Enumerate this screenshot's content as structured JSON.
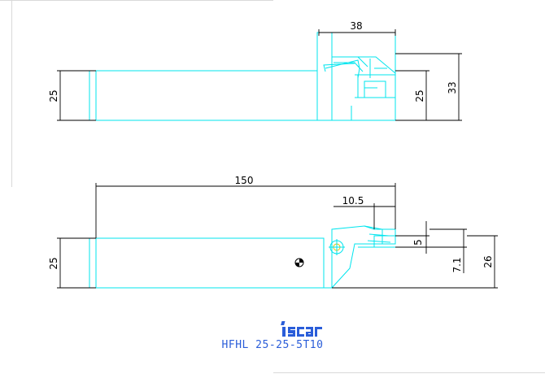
{
  "dims": {
    "top_width": "38",
    "top_height_left": "25",
    "top_height_inner": "25",
    "top_height_total": "33",
    "bottom_length": "150",
    "bottom_offset": "10.5",
    "bottom_height_left": "25",
    "bottom_step": "5",
    "bottom_depth": "7.1",
    "bottom_height_total": "26"
  },
  "brand": {
    "logo_text": "iscar"
  },
  "caption": "HFHL 25-25-5T10",
  "colors": {
    "part": "#00e5ee",
    "dimension": "#000000",
    "caption": "#2a5dd9",
    "logo": "#2a5dd9"
  }
}
